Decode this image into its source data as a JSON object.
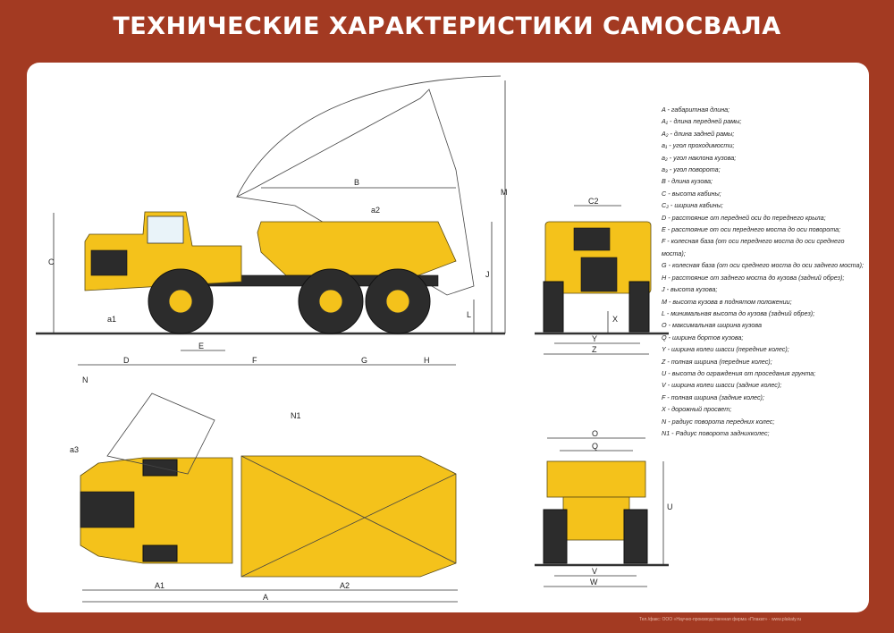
{
  "header": {
    "title": "ТЕХНИЧЕСКИЕ ХАРАКТЕРИСТИКИ САМОСВАЛА"
  },
  "legend": [
    "A - габаритная длина;",
    "A₁ - длина передней рамы;",
    "A₂ - длина задней рамы;",
    "a₁ - угол проходимости;",
    "a₂ - угол наклона кузова;",
    "a₃ - угол поворота;",
    "B - длина кузова;",
    "C - высота кабины;",
    "C₂ - ширина кабины;",
    "D - расстояние от передней оси до переднего крыла;",
    "E - расстояние от оси переднего моста до оси поворота;",
    "F - колесная база (от оси переднего моста до оси среднего моста);",
    "G - колесная база (от оси среднего моста до оси заднего моста);",
    "H - расстояние от заднего моста до кузова (задний обрез);",
    "J - высота кузова;",
    "M - высота кузова в поднятом положении;",
    "L - минимальная высота до кузова (задний обрез);",
    "O - максимальная ширина кузова",
    "Q - ширина бортов кузова;",
    "Y - ширина колеи шасси (передние колес);",
    "Z - полная ширина (передние колес);",
    "U - высота до ограждения от проседания грунта;",
    "V - ширина колеи шасси (задние колес);",
    "F - полная ширина (задние колес);",
    "X - дорожный просвет;",
    "N - радиус поворота передних колес;",
    "N1 - Радиус поворота заднихколес;"
  ],
  "dimensions": {
    "side": [
      "M",
      "C",
      "B",
      "a2",
      "J",
      "L",
      "a1",
      "D",
      "E",
      "F",
      "G",
      "H"
    ],
    "front": [
      "C2",
      "X",
      "Y",
      "Z"
    ],
    "top": [
      "N",
      "N1",
      "a3",
      "A1",
      "A2",
      "A"
    ],
    "rear": [
      "O",
      "Q",
      "U",
      "V",
      "W"
    ]
  },
  "footer": {
    "text": "Тел./факс: ООО «Научно-производственная фирма «Плакат» · www.plakaty.ru"
  },
  "colors": {
    "background": "#a33a22",
    "panel": "#ffffff",
    "truck": "#f4c21b",
    "tire": "#2c2c2c"
  }
}
